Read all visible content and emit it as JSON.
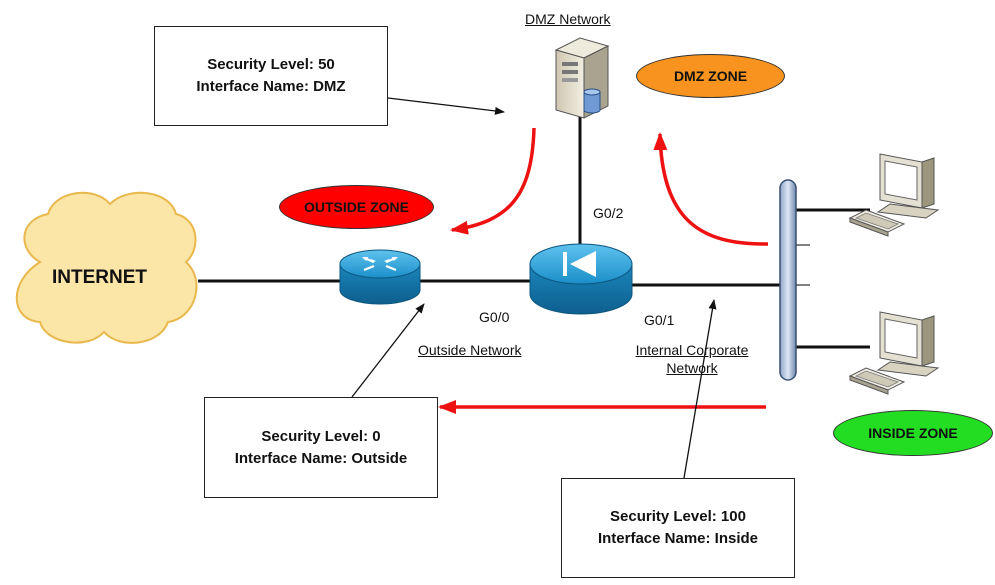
{
  "colors": {
    "outside_zone": "#ff0000",
    "dmz_zone": "#f7931e",
    "inside_zone": "#22dd22",
    "arrow_red": "#ee1111",
    "cloud_fill": "#fbe6a8",
    "cloud_stroke": "#e8b84c",
    "cisco_blue": "#1b8fc9"
  },
  "labels": {
    "dmz_network": "DMZ Network",
    "outside_network": "Outside Network",
    "internal_network_line1": "Internal Corporate",
    "internal_network_line2": "Network",
    "internet": "INTERNET",
    "g0_0": "G0/0",
    "g0_1": "G0/1",
    "g0_2": "G0/2"
  },
  "zones": {
    "outside": "OUTSIDE ZONE",
    "dmz": "DMZ ZONE",
    "inside": "INSIDE ZONE"
  },
  "callouts": {
    "dmz": {
      "line1": "Security Level: 50",
      "line2": "Interface Name: DMZ"
    },
    "outside": {
      "line1": "Security Level: 0",
      "line2": "Interface Name: Outside"
    },
    "inside": {
      "line1": "Security Level: 100",
      "line2": "Interface Name: Inside"
    }
  },
  "icons": {
    "server": "server-icon",
    "router": "router-icon",
    "firewall": "asa-firewall-icon",
    "pc": "pc-icon",
    "cloud": "cloud-icon"
  }
}
